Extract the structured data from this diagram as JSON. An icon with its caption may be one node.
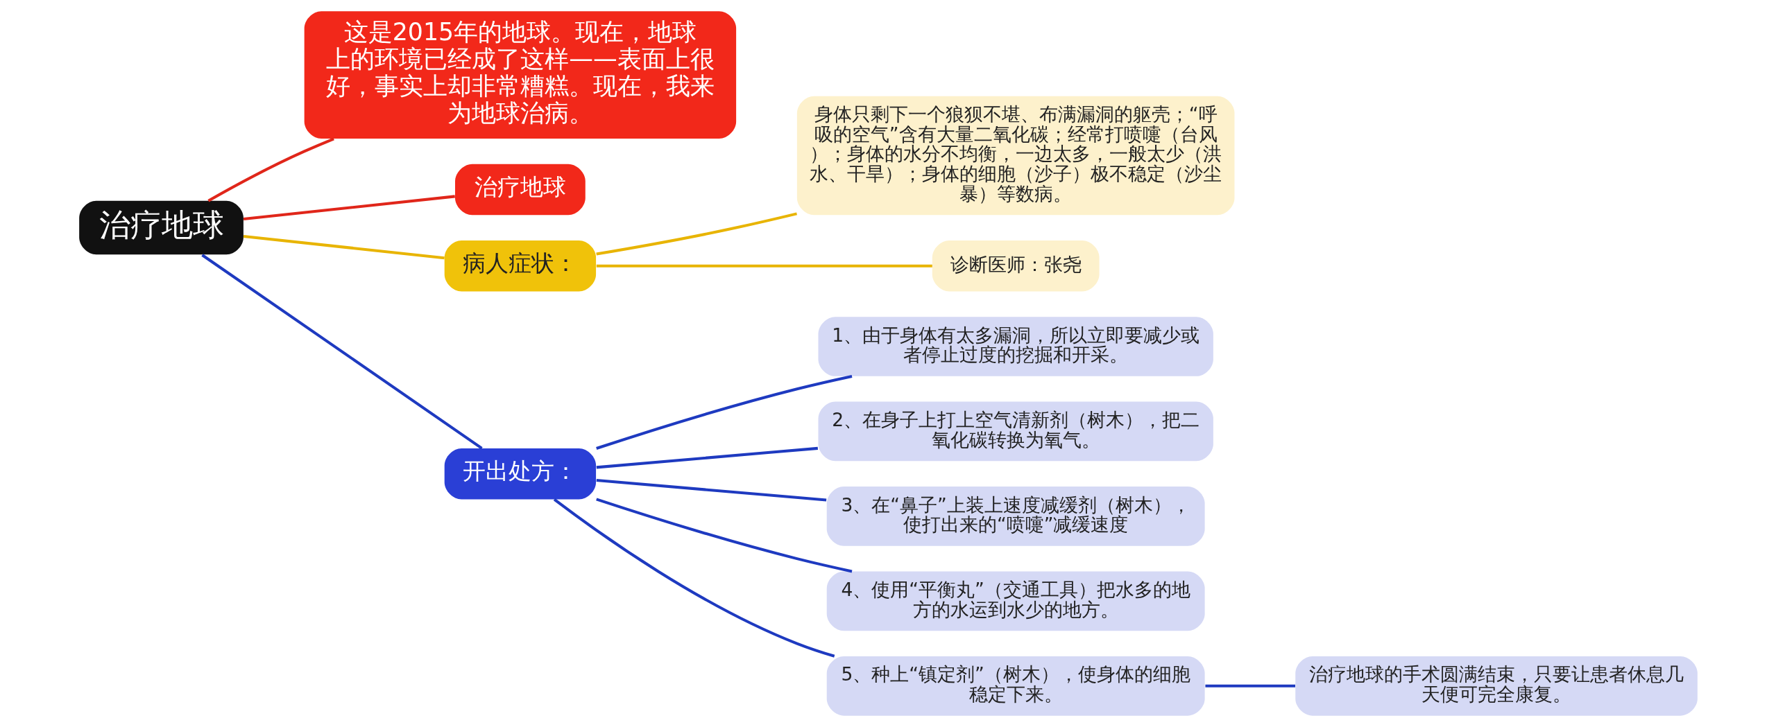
{
  "diagram": {
    "nodes": [
      {
        "text": [
          "治疗地球"
        ]
      },
      {
        "text": [
          "这是2015年的地球。现在，地球上的环境已经成了这样——表面上很好，事实上却非常糟糕。现在，我来为地球治病。"
        ]
      },
      {
        "text": [
          "治疗地球"
        ]
      },
      {
        "text": [
          "病人症状："
        ]
      },
      {
        "text": [
          "身体只剩下一个狼狈不堪、布满漏洞的躯壳；“呼吸的空气”含有大量二氧化碳；经常打喷嚏（台风）；身体的水分不均衡，一边太多，一般太少（洪水、干旱）；身体的细胞（沙子）极不稳定（沙尘暴）等数病。"
        ]
      },
      {
        "text": [
          "诊断医师：张尧"
        ]
      },
      {
        "text": [
          "开出处方："
        ]
      },
      {
        "text": [
          "1、由于身体有太多漏洞，所以立即要减少或者停止过度的挖掘和开采。"
        ]
      },
      {
        "text": [
          "2、在身子上打上空气清新剂（树木），把二氧化碳转换为氧气。"
        ]
      },
      {
        "text": [
          "3、在“鼻子”上装上速度减缓剂（树木），使打出来的“喷嚏”减缓速度"
        ]
      },
      {
        "text": [
          "4、使用“平衡丸”（交通工具）把水多的地方的水运到水少的地方。"
        ]
      },
      {
        "text": [
          "5、种上“镇定剂”（树木），使身体的细胞稳定下来。"
        ]
      },
      {
        "text": [
          "治疗地球的手术圆满结束，只要让患者休息几天便可完全康复。"
        ]
      }
    ],
    "edges": [
      {
        "from": 0,
        "to": 1,
        "arrow": "none",
        "color": "#e0261a"
      },
      {
        "from": 0,
        "to": 2,
        "arrow": "none",
        "color": "#e0261a"
      },
      {
        "from": 0,
        "to": 3,
        "arrow": "none",
        "color": "#e8b400"
      },
      {
        "from": 3,
        "to": 4,
        "arrow": "none",
        "color": "#e8b400"
      },
      {
        "from": 3,
        "to": 5,
        "arrow": "none",
        "color": "#e8b400"
      },
      {
        "from": 0,
        "to": 6,
        "arrow": "none"
      },
      {
        "from": 6,
        "to": 7,
        "arrow": "none"
      },
      {
        "from": 6,
        "to": 8,
        "arrow": "none"
      },
      {
        "from": 6,
        "to": 9,
        "arrow": "none"
      },
      {
        "from": 6,
        "to": 10,
        "arrow": "none"
      },
      {
        "from": 6,
        "to": 11,
        "arrow": "none"
      },
      {
        "from": 11,
        "to": 12,
        "arrow": "none"
      }
    ]
  }
}
